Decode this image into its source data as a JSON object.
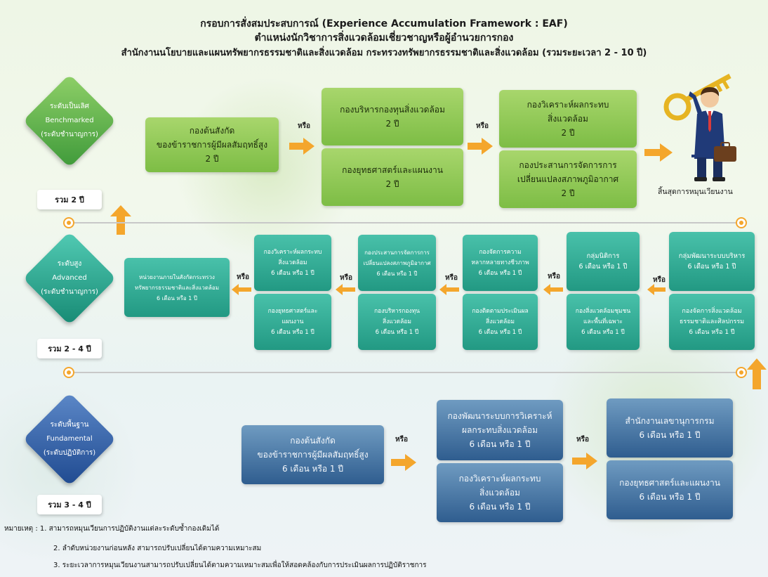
{
  "header": {
    "line1": "กรอบการสั่งสมประสบการณ์ (Experience Accumulation Framework : EAF)",
    "line2": "ตำแหน่งนักวิชาการสิ่งแวดล้อมเชี่ยวชาญหรือผู้อำนวยการกอง",
    "line3": "สำนักงานนโยบายและแผนทรัพยากรธรรมชาติและสิ่งแวดล้อม กระทรวงทรัพยากรธรรมชาติและสิ่งแวดล้อม (รวมระยะเวลา 2 - 10 ปี)"
  },
  "or_label": "หรือ",
  "colors": {
    "green": "#7dbd45",
    "teal": "#229983",
    "blue": "#2f5d8f",
    "arrow": "#f4a62c"
  },
  "levels": {
    "benchmarked": {
      "line1": "ระดับเป็นเลิศ",
      "line2": "Benchmarked",
      "line3": "(ระดับชำนาญการ)",
      "total": "รวม 2 ปี"
    },
    "advanced": {
      "line1": "ระดับสูง",
      "line2": "Advanced",
      "line3": "(ระดับชำนาญการ)",
      "total": "รวม 2 - 4 ปี"
    },
    "fundamental": {
      "line1": "ระดับพื้นฐาน",
      "line2": "Fundamental",
      "line3": "(ระดับปฏิบัติการ)",
      "total": "รวม 3 - 4 ปี"
    }
  },
  "top": {
    "start": {
      "l1": "กองต้นสังกัด",
      "l2": "ของข้าราชการผู้มีผลสัมฤทธิ์สูง",
      "l3": "2 ปี"
    },
    "c2a": {
      "l1": "กองบริหารกองทุนสิ่งแวดล้อม",
      "l2": "2 ปี"
    },
    "c2b": {
      "l1": "กองยุทธศาสตร์และแผนงาน",
      "l2": "2 ปี"
    },
    "c3a": {
      "l1": "กองวิเคราะห์ผลกระทบ",
      "l2": "สิ่งแวดล้อม",
      "l3": "2 ปี"
    },
    "c3b": {
      "l1": "กองประสานการจัดการการ",
      "l2": "เปลี่ยนแปลงสภาพภูมิอากาศ",
      "l3": "2 ปี"
    },
    "end_label": "สิ้นสุดการหมุนเวียนงาน"
  },
  "mid": {
    "g1a": {
      "l1": "กลุ่มพัฒนาระบบบริหาร",
      "l2": "6 เดือน หรือ 1 ปี"
    },
    "g1b": {
      "l1": "กองจัดการสิ่งแวดล้อม",
      "l2": "ธรรมชาติและศิลปกรรม",
      "l3": "6 เดือน หรือ 1 ปี"
    },
    "g2a": {
      "l1": "กลุ่มนิติการ",
      "l2": "6 เดือน หรือ 1 ปี"
    },
    "g2b": {
      "l1": "กองสิ่งแวดล้อมชุมชน",
      "l2": "และพื้นที่เฉพาะ",
      "l3": "6 เดือน หรือ 1 ปี"
    },
    "g3a": {
      "l1": "กองจัดการความ",
      "l2": "หลากหลายทางชีวภาพ",
      "l3": "6 เดือน หรือ 1 ปี"
    },
    "g3b": {
      "l1": "กองติดตามประเมินผล",
      "l2": "สิ่งแวดล้อม",
      "l3": "6 เดือน หรือ 1 ปี"
    },
    "g4a": {
      "l1": "กองประสานการจัดการการ",
      "l2": "เปลี่ยนแปลงสภาพภูมิอากาศ",
      "l3": "6 เดือน หรือ 1 ปี"
    },
    "g4b": {
      "l1": "กองบริหารกองทุน",
      "l2": "สิ่งแวดล้อม",
      "l3": "6 เดือน หรือ 1 ปี"
    },
    "g5a": {
      "l1": "กองวิเคราะห์ผลกระทบ",
      "l2": "สิ่งแวดล้อม",
      "l3": "6 เดือน หรือ 1 ปี"
    },
    "g5b": {
      "l1": "กองยุทธศาสตร์และ",
      "l2": "แผนงาน",
      "l3": "6 เดือน หรือ 1 ปี"
    },
    "g6": {
      "l1": "หน่วยงานภายในสังกัดกระทรวง",
      "l2": "ทรัพยากรธรรมชาติและสิ่งแวดล้อม",
      "l3": "6 เดือน หรือ 1 ปี"
    }
  },
  "bottom": {
    "start": {
      "l1": "กองต้นสังกัด",
      "l2": "ของข้าราชการผู้มีผลสัมฤทธิ์สูง",
      "l3": "6 เดือน หรือ 1 ปี"
    },
    "c2a": {
      "l1": "กองพัฒนาระบบการวิเคราะห์",
      "l2": "ผลกระทบสิ่งแวดล้อม",
      "l3": "6 เดือน หรือ 1 ปี"
    },
    "c2b": {
      "l1": "กองวิเคราะห์ผลกระทบ",
      "l2": "สิ่งแวดล้อม",
      "l3": "6 เดือน หรือ 1 ปี"
    },
    "c3a": {
      "l1": "สำนักงานเลขานุการกรม",
      "l2": "6 เดือน หรือ 1 ปี"
    },
    "c3b": {
      "l1": "กองยุทธศาสตร์และแผนงาน",
      "l2": "6 เดือน หรือ 1 ปี"
    }
  },
  "notes": {
    "n1": "หมายเหตุ : 1. สามารถหมุนเวียนการปฏิบัติงานแต่ละระดับซ้ำกองเดิมได้",
    "n2": "2. ลำดับหน่วยงานก่อนหลัง สามารถปรับเปลี่ยนได้ตามความเหมาะสม",
    "n3": "3. ระยะเวลาการหมุนเวียนงานสามารถปรับเปลี่ยนได้ตามความเหมาะสมเพื่อให้สอดคล้องกับการประเมินผลการปฏิบัติราชการ"
  }
}
